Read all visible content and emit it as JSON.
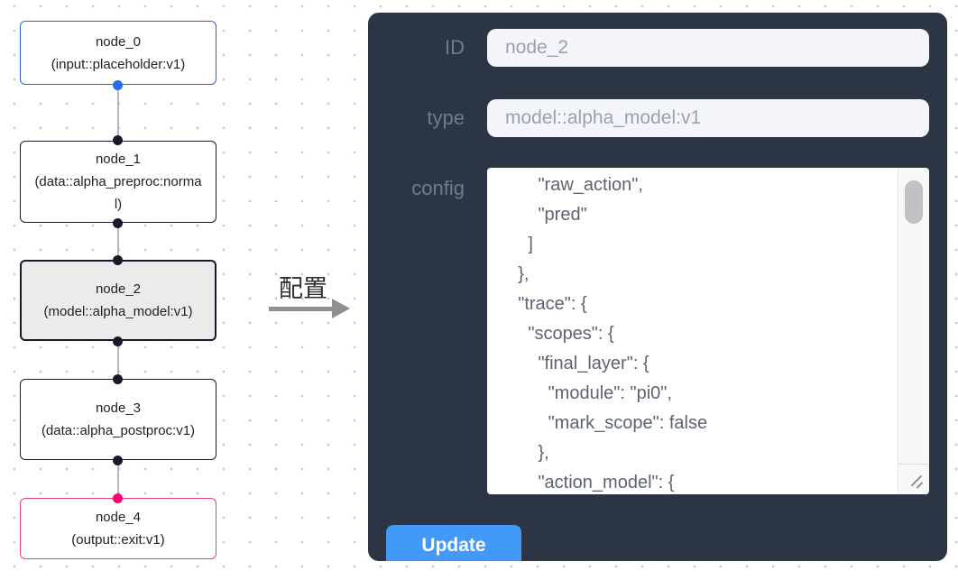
{
  "flow": {
    "nodes": [
      {
        "id": "node_0",
        "title": "node_0",
        "subtitle": "(input::placeholder:v1)",
        "kind": "input",
        "selected": false
      },
      {
        "id": "node_1",
        "title": "node_1",
        "subtitle": "(data::alpha_preproc:normal)",
        "kind": "default",
        "selected": false
      },
      {
        "id": "node_2",
        "title": "node_2",
        "subtitle": "(model::alpha_model:v1)",
        "kind": "default",
        "selected": true
      },
      {
        "id": "node_3",
        "title": "node_3",
        "subtitle": "(data::alpha_postproc:v1)",
        "kind": "default",
        "selected": false
      },
      {
        "id": "node_4",
        "title": "node_4",
        "subtitle": "(output::exit:v1)",
        "kind": "output",
        "selected": false
      }
    ]
  },
  "annotation": {
    "label": "配置"
  },
  "panel": {
    "id": {
      "label": "ID",
      "value": "node_2"
    },
    "type": {
      "label": "type",
      "value": "model::alpha_model:v1"
    },
    "config": {
      "label": "config",
      "text": "        \"raw_action\",\n        \"pred\"\n      ]\n    },\n    \"trace\": {\n      \"scopes\": {\n        \"final_layer\": {\n          \"module\": \"pi0\",\n          \"mark_scope\": false\n        },\n        \"action_model\": {"
    },
    "update_label": "Update"
  },
  "colors": {
    "panel_bg": "#2c3544",
    "field_bg": "#f3f5fa",
    "accent_button": "#4299f7",
    "input_node_border": "#2b62d9",
    "input_handle": "#1e6df2",
    "output_node_border": "#ee3d7c",
    "output_handle": "#ff0072",
    "default_node_border": "#1a192b",
    "selected_node_bg": "#ebebeb",
    "edge": "#b6b6bb"
  }
}
